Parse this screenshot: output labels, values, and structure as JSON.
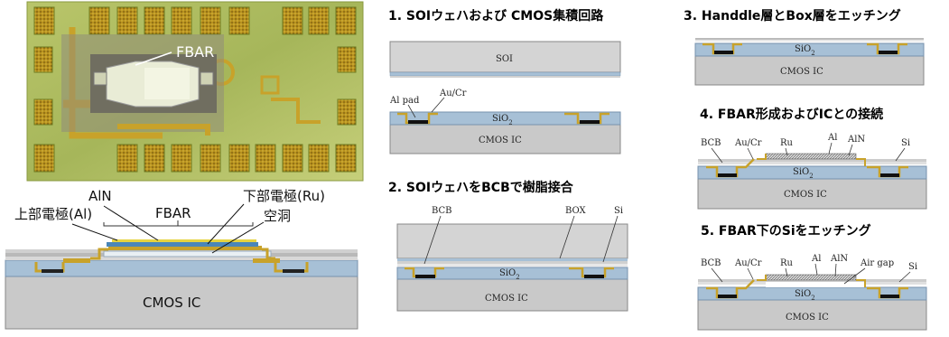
{
  "photo": {
    "fbar_label": "FBAR"
  },
  "cross_section": {
    "fbar": "FBAR",
    "aln": "AlN",
    "top_electrode": "上部電極(Al)",
    "bottom_electrode": "下部電極(Ru)",
    "cavity": "空洞",
    "cmos": "CMOS IC"
  },
  "steps": {
    "s1": {
      "title": "1. SOIウェハおよび CMOS集積回路",
      "soi": "SOI",
      "al_pad": "Al pad",
      "au_cr": "Au/Cr",
      "sio2": "SiO",
      "sio2_sub": "2",
      "cmos": "CMOS IC"
    },
    "s2": {
      "title": "2. SOIウェハをBCBで樹脂接合",
      "bcb": "BCB",
      "box": "BOX",
      "si": "Si",
      "sio2": "SiO",
      "sio2_sub": "2",
      "cmos": "CMOS IC"
    },
    "s3": {
      "title": "3. Handdle層とBox層をエッチング",
      "sio2": "SiO",
      "sio2_sub": "2",
      "cmos": "CMOS IC"
    },
    "s4": {
      "title": "4. FBAR形成およびICとの接続",
      "bcb": "BCB",
      "au_cr": "Au/Cr",
      "ru": "Ru",
      "al": "Al",
      "aln": "AlN",
      "si": "Si",
      "sio2": "SiO",
      "sio2_sub": "2",
      "cmos": "CMOS IC"
    },
    "s5": {
      "title": "5. FBAR下のSiをエッチング",
      "bcb": "BCB",
      "au_cr": "Au/Cr",
      "ru": "Ru",
      "al": "Al",
      "aln": "AlN",
      "air_gap": "Air gap",
      "si": "Si",
      "sio2": "SiO",
      "sio2_sub": "2",
      "cmos": "CMOS IC"
    }
  }
}
